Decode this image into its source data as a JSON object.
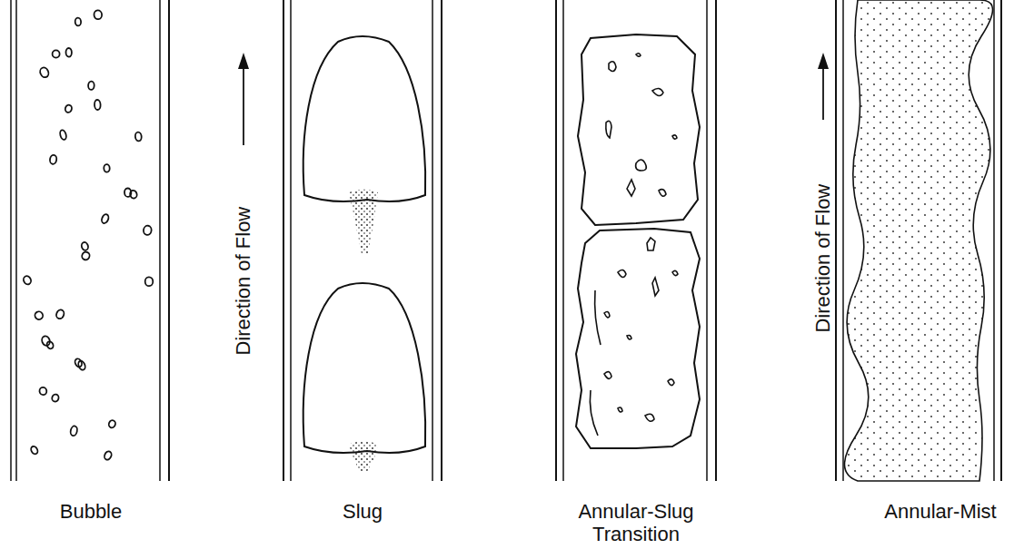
{
  "diagram": {
    "labels": [
      "Bubble",
      "Direction of Flow",
      "Slug",
      "Annular-Slug Transition",
      "Direction of Flow",
      "Annular-Mist"
    ]
  }
}
